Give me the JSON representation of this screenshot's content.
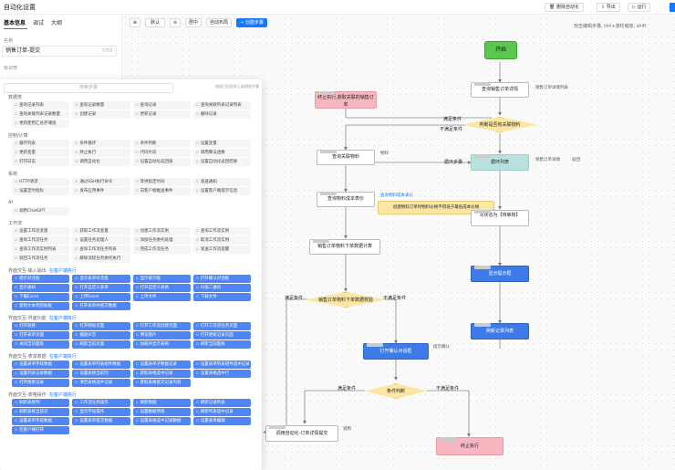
{
  "window": {
    "title": "自动化设置"
  },
  "topbar": {
    "delete_label": "删除自动化",
    "export_label": "导出",
    "run_label": "运行"
  },
  "left": {
    "tabs": [
      "基本信息",
      "调试",
      "大纲"
    ],
    "name_label": "名称",
    "name_value": "销售订单-提交",
    "name_count": "7/50",
    "id_label": "标识符"
  },
  "toolbar": {
    "zoom_in": "⊕",
    "default": "默认",
    "zoom_out": "⊖",
    "center": "居中",
    "auto_layout": "自动布局",
    "create_step": "+ 创建步骤",
    "hint": "双击编辑步骤, ctrl+滚轮缩放, shift"
  },
  "palette": {
    "search_placeholder": "搜索步骤",
    "hint": "描述已回显的上级描述步骤",
    "sections": [
      {
        "title": "数据类",
        "sub": "",
        "items": [
          "查询记录列表",
          "查询记录数量",
          "查询记录",
          "查询关联列表记录列表",
          "查询关联列表记录数量",
          "创建记录",
          "更新记录",
          "删除记录",
          "更新使用汇总存储值"
        ]
      },
      {
        "title": "控制/计算",
        "sub": "",
        "items": [
          "循环列表",
          "条件循环",
          "条件判断",
          "设置变量",
          "更新变量",
          "终止执行",
          "代码片段",
          "调用算法函数",
          "打印日志",
          "调用自动化",
          "设置自动化返回值",
          "设置自动化返回结果"
        ]
      },
      {
        "title": "系统",
        "sub": "",
        "items": [
          "HTTP请求",
          "通过SSH执行命令",
          "等待指定时间",
          "发送通知",
          "设置定时指标",
          "发布应用事件",
          "向客户端推送事件",
          "设置客户端提示信息"
        ]
      },
      {
        "title": "AI",
        "sub": "",
        "items": [
          "调用ChatGPT"
        ]
      },
      {
        "title": "工作流",
        "sub": "",
        "items": [
          "设置工作流变量",
          "获取工作流变量",
          "创建工作流实例",
          "查询工作流实例",
          "查询工作流任务",
          "设置任务处理人",
          "添加任务委托处理",
          "取消工作流实例",
          "查询工作流实例列表",
          "查询工作流任务列表",
          "完成工作流任务",
          "发送工作流提醒",
          "驳回工作流任务",
          "解除流程任务委托执行"
        ]
      },
      {
        "title": "界面交互-输入输出",
        "sub": "在客户端执行",
        "blue": true,
        "items": [
          "提示对话框",
          "显示表单对话框",
          "显示提示框",
          "打开确认对话框",
          "显示通知",
          "打开自定义表单",
          "打开自定义表格",
          "扫描二维码",
          "下载Excel",
          "上传Excel",
          "上传文件",
          "下载文件",
          "复制文本到剪贴板",
          "打开表单并提交数据"
        ]
      },
      {
        "title": "界面交互-界面功能",
        "sub": "在客户端执行",
        "blue": true,
        "items": [
          "打开链接",
          "打开网站页面",
          "打开工作流创建页面",
          "打开工作流任务页面",
          "打开表单页面",
          "播放声音",
          "预览图片",
          "打开更新记录页面",
          "关闭当前面板",
          "刷新当前页面",
          "加载并显示表格",
          "刷新当前面板"
        ]
      },
      {
        "title": "界面交互-表单数据",
        "sub": "在客户端执行",
        "blue": true,
        "items": [
          "设置表单字段数据",
          "设置表单列表组件数据",
          "设置表单子数据记录",
          "设置表单列表组件选中记录",
          "设置列表记录数据",
          "设置表格当前列",
          "获取表格选中记录",
          "设置表格选中行",
          "打开搜索记录",
          "清空表格选中记录",
          "获取表格提交记录内容"
        ]
      },
      {
        "title": "界面交互-表格操作",
        "sub": "在客户端执行",
        "blue": true,
        "items": [
          "刷新表格列",
          "工作流任务操作",
          "刷新数据",
          "刷新记录列表",
          "刷新表格当前页",
          "显示字段操作",
          "设置数据项值",
          "刷新列表选中记录",
          "设置表单字段数据",
          "设置表单提交数据",
          "设置表格选中记录数据",
          "设置表单编辑",
          "在客户端打开"
        ]
      }
    ]
  },
  "flow": {
    "start": "开始",
    "query_order": "查询销售订单详情",
    "query_order_note": "销售订单详情列表",
    "terminate_top": "终止执行,获取关联的销售订单",
    "decision1": "判断是否有关联物料",
    "decision1_yes": "满足条件",
    "decision1_no": "不满足条件",
    "query_material": "查询关联物料",
    "material_note": "物料",
    "loop": "循环列表",
    "loop_label": "循环步骤",
    "loop_note": "销售订单详情",
    "loop_note2": "返回",
    "query_cost": "查询物料成本表价",
    "cost_note": "查询物料成本表价",
    "warn_box": "创建物料订单时物料价格不得低于最低成本价格",
    "set_status": "写状态为【待审核】",
    "order_total": "销售订单物料下单数据计算",
    "show_prompt": "显示提示框",
    "decision2": "销售订单物料下单数据校验",
    "decision2_yes": "满足条件",
    "decision2_no": "不满足条件",
    "refresh_list": "刷新记录列表",
    "confirm_dialog": "打开确认对话框",
    "confirm_note": "提示确认",
    "decision3": "条件判断",
    "decision3_yes": "满足条件",
    "decision3_no": "不满足条件",
    "call_auto": "调用自动化-订单详情提交",
    "call_note": "调用",
    "terminate_bottom": "终止执行"
  },
  "colors": {
    "accent": "#1677ff",
    "start_green": "#5ac84d",
    "loop_teal": "#b9e2df",
    "blue_node": "#3e7be8",
    "pink_node": "#f6b7c1",
    "decision_yellow": "#fbe7a3"
  }
}
